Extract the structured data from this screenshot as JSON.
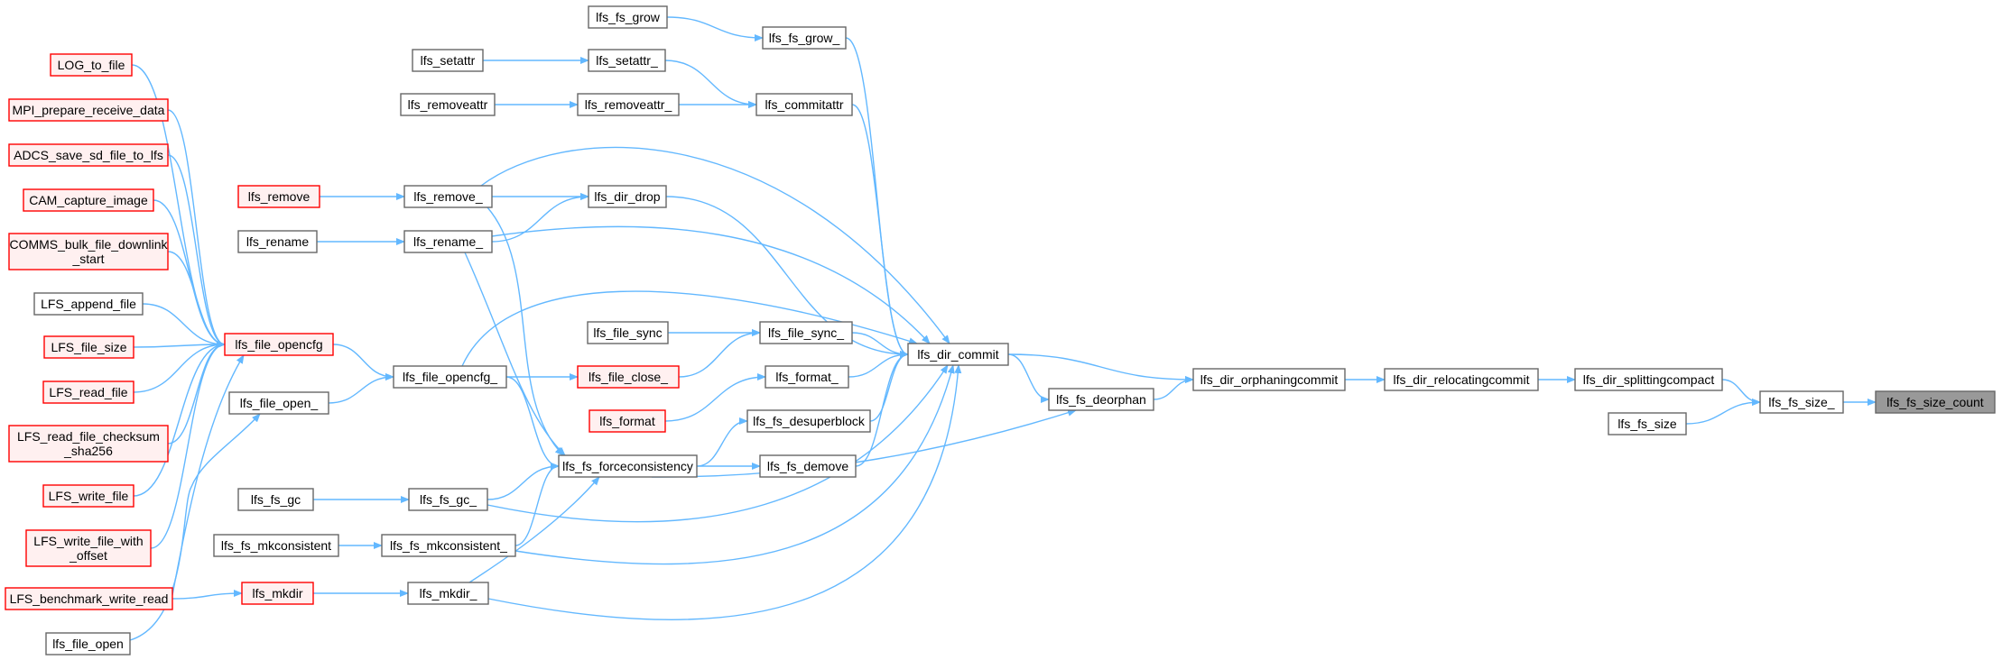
{
  "colors": {
    "edge": "#63b8ff",
    "normal_border": "#666666",
    "normal_fill": "#ffffff",
    "truncated_border": "#ff0000",
    "truncated_fill": "#fff0f0",
    "focus_fill": "#999999",
    "focus_border": "#666666",
    "text": "#000000"
  },
  "nodes": [
    {
      "id": "lfs_fs_size_count",
      "lines": [
        "lfs_fs_size_count"
      ],
      "style": "focus"
    },
    {
      "id": "lfs_fs_size_",
      "lines": [
        "lfs_fs_size_"
      ],
      "style": "normal"
    },
    {
      "id": "lfs_dir_splittingcompact",
      "lines": [
        "lfs_dir_splittingcompact"
      ],
      "style": "normal"
    },
    {
      "id": "lfs_fs_size",
      "lines": [
        "lfs_fs_size"
      ],
      "style": "normal"
    },
    {
      "id": "lfs_dir_relocatingcommit",
      "lines": [
        "lfs_dir_relocatingcommit"
      ],
      "style": "normal"
    },
    {
      "id": "lfs_dir_orphaningcommit",
      "lines": [
        "lfs_dir_orphaningcommit"
      ],
      "style": "normal"
    },
    {
      "id": "lfs_dir_commit",
      "lines": [
        "lfs_dir_commit"
      ],
      "style": "normal"
    },
    {
      "id": "lfs_fs_deorphan",
      "lines": [
        "lfs_fs_deorphan"
      ],
      "style": "normal"
    },
    {
      "id": "lfs_fs_grow_",
      "lines": [
        "lfs_fs_grow_"
      ],
      "style": "normal"
    },
    {
      "id": "lfs_fs_grow",
      "lines": [
        "lfs_fs_grow"
      ],
      "style": "normal"
    },
    {
      "id": "lfs_commitattr",
      "lines": [
        "lfs_commitattr"
      ],
      "style": "normal"
    },
    {
      "id": "lfs_setattr_",
      "lines": [
        "lfs_setattr_"
      ],
      "style": "normal"
    },
    {
      "id": "lfs_setattr",
      "lines": [
        "lfs_setattr"
      ],
      "style": "normal"
    },
    {
      "id": "lfs_removeattr_",
      "lines": [
        "lfs_removeattr_"
      ],
      "style": "normal"
    },
    {
      "id": "lfs_removeattr",
      "lines": [
        "lfs_removeattr"
      ],
      "style": "normal"
    },
    {
      "id": "lfs_dir_drop",
      "lines": [
        "lfs_dir_drop"
      ],
      "style": "normal"
    },
    {
      "id": "lfs_remove_",
      "lines": [
        "lfs_remove_"
      ],
      "style": "normal"
    },
    {
      "id": "lfs_remove",
      "lines": [
        "lfs_remove"
      ],
      "style": "truncated"
    },
    {
      "id": "lfs_rename_",
      "lines": [
        "lfs_rename_"
      ],
      "style": "normal"
    },
    {
      "id": "lfs_rename",
      "lines": [
        "lfs_rename"
      ],
      "style": "normal"
    },
    {
      "id": "lfs_file_sync_",
      "lines": [
        "lfs_file_sync_"
      ],
      "style": "normal"
    },
    {
      "id": "lfs_file_sync",
      "lines": [
        "lfs_file_sync"
      ],
      "style": "normal"
    },
    {
      "id": "lfs_format_",
      "lines": [
        "lfs_format_"
      ],
      "style": "normal"
    },
    {
      "id": "lfs_format",
      "lines": [
        "lfs_format"
      ],
      "style": "truncated"
    },
    {
      "id": "lfs_file_close_",
      "lines": [
        "lfs_file_close_"
      ],
      "style": "truncated"
    },
    {
      "id": "lfs_file_opencfg_",
      "lines": [
        "lfs_file_opencfg_"
      ],
      "style": "normal"
    },
    {
      "id": "lfs_file_opencfg",
      "lines": [
        "lfs_file_opencfg"
      ],
      "style": "truncated"
    },
    {
      "id": "lfs_file_open_",
      "lines": [
        "lfs_file_open_"
      ],
      "style": "normal"
    },
    {
      "id": "lfs_file_open",
      "lines": [
        "lfs_file_open"
      ],
      "style": "normal"
    },
    {
      "id": "lfs_fs_desuperblock",
      "lines": [
        "lfs_fs_desuperblock"
      ],
      "style": "normal"
    },
    {
      "id": "lfs_fs_demove",
      "lines": [
        "lfs_fs_demove"
      ],
      "style": "normal"
    },
    {
      "id": "lfs_fs_forceconsistency",
      "lines": [
        "lfs_fs_forceconsistency"
      ],
      "style": "normal"
    },
    {
      "id": "lfs_fs_gc_",
      "lines": [
        "lfs_fs_gc_"
      ],
      "style": "normal"
    },
    {
      "id": "lfs_fs_gc",
      "lines": [
        "lfs_fs_gc"
      ],
      "style": "normal"
    },
    {
      "id": "lfs_fs_mkconsistent_",
      "lines": [
        "lfs_fs_mkconsistent_"
      ],
      "style": "normal"
    },
    {
      "id": "lfs_fs_mkconsistent",
      "lines": [
        "lfs_fs_mkconsistent"
      ],
      "style": "normal"
    },
    {
      "id": "lfs_mkdir_",
      "lines": [
        "lfs_mkdir_"
      ],
      "style": "normal"
    },
    {
      "id": "lfs_mkdir",
      "lines": [
        "lfs_mkdir"
      ],
      "style": "truncated"
    },
    {
      "id": "LOG_to_file",
      "lines": [
        "LOG_to_file"
      ],
      "style": "truncated"
    },
    {
      "id": "MPI_prepare_receive_data",
      "lines": [
        "MPI_prepare_receive_data"
      ],
      "style": "truncated"
    },
    {
      "id": "ADCS_save_sd_file_to_lfs",
      "lines": [
        "ADCS_save_sd_file_to_lfs"
      ],
      "style": "truncated"
    },
    {
      "id": "CAM_capture_image",
      "lines": [
        "CAM_capture_image"
      ],
      "style": "truncated"
    },
    {
      "id": "COMMS_bulk_file_downlink_start",
      "lines": [
        "COMMS_bulk_file_downlink",
        "_start"
      ],
      "style": "truncated"
    },
    {
      "id": "LFS_append_file",
      "lines": [
        "LFS_append_file"
      ],
      "style": "normal"
    },
    {
      "id": "LFS_file_size",
      "lines": [
        "LFS_file_size"
      ],
      "style": "truncated"
    },
    {
      "id": "LFS_read_file",
      "lines": [
        "LFS_read_file"
      ],
      "style": "truncated"
    },
    {
      "id": "LFS_read_file_checksum_sha256",
      "lines": [
        "LFS_read_file_checksum",
        "_sha256"
      ],
      "style": "truncated"
    },
    {
      "id": "LFS_write_file",
      "lines": [
        "LFS_write_file"
      ],
      "style": "truncated"
    },
    {
      "id": "LFS_write_file_with_offset",
      "lines": [
        "LFS_write_file_with",
        "_offset"
      ],
      "style": "truncated"
    },
    {
      "id": "LFS_benchmark_write_read",
      "lines": [
        "LFS_benchmark_write_read"
      ],
      "style": "truncated"
    }
  ],
  "edges": [
    [
      "lfs_fs_size_",
      "lfs_fs_size_count"
    ],
    [
      "lfs_dir_splittingcompact",
      "lfs_fs_size_"
    ],
    [
      "lfs_fs_size",
      "lfs_fs_size_"
    ],
    [
      "lfs_dir_relocatingcommit",
      "lfs_dir_splittingcompact"
    ],
    [
      "lfs_dir_orphaningcommit",
      "lfs_dir_relocatingcommit"
    ],
    [
      "lfs_dir_commit",
      "lfs_dir_orphaningcommit"
    ],
    [
      "lfs_fs_deorphan",
      "lfs_dir_orphaningcommit"
    ],
    [
      "lfs_dir_commit",
      "lfs_fs_deorphan"
    ],
    [
      "lfs_fs_grow_",
      "lfs_dir_commit"
    ],
    [
      "lfs_fs_grow",
      "lfs_fs_grow_"
    ],
    [
      "lfs_commitattr",
      "lfs_dir_commit"
    ],
    [
      "lfs_setattr_",
      "lfs_commitattr"
    ],
    [
      "lfs_setattr",
      "lfs_setattr_"
    ],
    [
      "lfs_removeattr_",
      "lfs_commitattr"
    ],
    [
      "lfs_removeattr",
      "lfs_removeattr_"
    ],
    [
      "lfs_remove_",
      "lfs_dir_commit"
    ],
    [
      "lfs_dir_drop",
      "lfs_dir_commit"
    ],
    [
      "lfs_remove_",
      "lfs_dir_drop"
    ],
    [
      "lfs_rename_",
      "lfs_dir_drop"
    ],
    [
      "lfs_remove",
      "lfs_remove_"
    ],
    [
      "lfs_rename_",
      "lfs_dir_commit"
    ],
    [
      "lfs_rename",
      "lfs_rename_"
    ],
    [
      "lfs_file_opencfg_",
      "lfs_dir_commit"
    ],
    [
      "lfs_file_sync_",
      "lfs_dir_commit"
    ],
    [
      "lfs_file_sync",
      "lfs_file_sync_"
    ],
    [
      "lfs_file_close_",
      "lfs_file_sync_"
    ],
    [
      "lfs_format_",
      "lfs_dir_commit"
    ],
    [
      "lfs_format",
      "lfs_format_"
    ],
    [
      "lfs_file_opencfg_",
      "lfs_file_close_"
    ],
    [
      "lfs_fs_desuperblock",
      "lfs_dir_commit"
    ],
    [
      "lfs_fs_demove",
      "lfs_dir_commit"
    ],
    [
      "lfs_fs_forceconsistency",
      "lfs_fs_deorphan"
    ],
    [
      "lfs_fs_forceconsistency",
      "lfs_fs_desuperblock"
    ],
    [
      "lfs_fs_forceconsistency",
      "lfs_fs_demove"
    ],
    [
      "lfs_fs_gc_",
      "lfs_dir_commit"
    ],
    [
      "lfs_fs_mkconsistent_",
      "lfs_dir_commit"
    ],
    [
      "lfs_mkdir_",
      "lfs_dir_commit"
    ],
    [
      "lfs_remove_",
      "lfs_fs_forceconsistency"
    ],
    [
      "lfs_rename_",
      "lfs_fs_forceconsistency"
    ],
    [
      "lfs_file_opencfg_",
      "lfs_fs_forceconsistency"
    ],
    [
      "lfs_fs_gc_",
      "lfs_fs_forceconsistency"
    ],
    [
      "lfs_fs_mkconsistent_",
      "lfs_fs_forceconsistency"
    ],
    [
      "lfs_mkdir_",
      "lfs_fs_forceconsistency"
    ],
    [
      "lfs_fs_gc",
      "lfs_fs_gc_"
    ],
    [
      "lfs_fs_mkconsistent",
      "lfs_fs_mkconsistent_"
    ],
    [
      "lfs_mkdir",
      "lfs_mkdir_"
    ],
    [
      "lfs_file_opencfg",
      "lfs_file_opencfg_"
    ],
    [
      "lfs_file_open_",
      "lfs_file_opencfg_"
    ],
    [
      "lfs_file_open",
      "lfs_file_open_"
    ],
    [
      "LFS_benchmark_write_read",
      "lfs_mkdir"
    ],
    [
      "LOG_to_file",
      "lfs_file_opencfg"
    ],
    [
      "MPI_prepare_receive_data",
      "lfs_file_opencfg"
    ],
    [
      "ADCS_save_sd_file_to_lfs",
      "lfs_file_opencfg"
    ],
    [
      "CAM_capture_image",
      "lfs_file_opencfg"
    ],
    [
      "COMMS_bulk_file_downlink_start",
      "lfs_file_opencfg"
    ],
    [
      "LFS_append_file",
      "lfs_file_opencfg"
    ],
    [
      "LFS_file_size",
      "lfs_file_opencfg"
    ],
    [
      "LFS_read_file",
      "lfs_file_opencfg"
    ],
    [
      "LFS_read_file_checksum_sha256",
      "lfs_file_opencfg"
    ],
    [
      "LFS_write_file",
      "lfs_file_opencfg"
    ],
    [
      "LFS_write_file_with_offset",
      "lfs_file_opencfg"
    ],
    [
      "LFS_benchmark_write_read",
      "lfs_file_opencfg"
    ]
  ]
}
